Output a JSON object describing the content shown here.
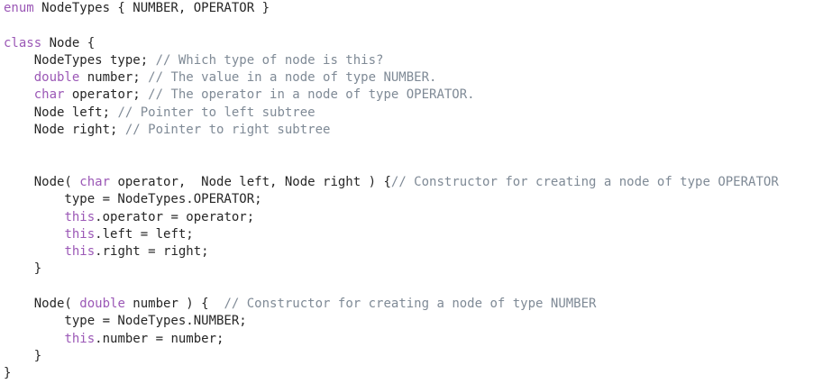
{
  "code": {
    "lines": [
      [
        {
          "t": "enum",
          "k": "kw"
        },
        {
          "t": " NodeTypes { NUMBER, OPERATOR }",
          "k": "tx"
        }
      ],
      [],
      [
        {
          "t": "class",
          "k": "kw"
        },
        {
          "t": " Node {",
          "k": "tx"
        }
      ],
      [
        {
          "t": "    NodeTypes type; ",
          "k": "tx"
        },
        {
          "t": "// Which type of node is this?",
          "k": "cm"
        }
      ],
      [
        {
          "t": "    ",
          "k": "tx"
        },
        {
          "t": "double",
          "k": "kw"
        },
        {
          "t": " number; ",
          "k": "tx"
        },
        {
          "t": "// The value in a node of type NUMBER.",
          "k": "cm"
        }
      ],
      [
        {
          "t": "    ",
          "k": "tx"
        },
        {
          "t": "char",
          "k": "kw"
        },
        {
          "t": " operator; ",
          "k": "tx"
        },
        {
          "t": "// The operator in a node of type OPERATOR.",
          "k": "cm"
        }
      ],
      [
        {
          "t": "    Node left; ",
          "k": "tx"
        },
        {
          "t": "// Pointer to left subtree",
          "k": "cm"
        }
      ],
      [
        {
          "t": "    Node right; ",
          "k": "tx"
        },
        {
          "t": "// Pointer to right subtree",
          "k": "cm"
        }
      ],
      [],
      [],
      [
        {
          "t": "    Node( ",
          "k": "tx"
        },
        {
          "t": "char",
          "k": "kw"
        },
        {
          "t": " operator,  Node left, Node right ) {",
          "k": "tx"
        },
        {
          "t": "// Constructor for creating a node of type OPERATOR",
          "k": "cm"
        }
      ],
      [
        {
          "t": "        type = NodeTypes.OPERATOR;",
          "k": "tx"
        }
      ],
      [
        {
          "t": "        ",
          "k": "tx"
        },
        {
          "t": "this",
          "k": "kw"
        },
        {
          "t": ".operator = operator;",
          "k": "tx"
        }
      ],
      [
        {
          "t": "        ",
          "k": "tx"
        },
        {
          "t": "this",
          "k": "kw"
        },
        {
          "t": ".left = left;",
          "k": "tx"
        }
      ],
      [
        {
          "t": "        ",
          "k": "tx"
        },
        {
          "t": "this",
          "k": "kw"
        },
        {
          "t": ".right = right;",
          "k": "tx"
        }
      ],
      [
        {
          "t": "    }",
          "k": "tx"
        }
      ],
      [],
      [
        {
          "t": "    Node( ",
          "k": "tx"
        },
        {
          "t": "double",
          "k": "kw"
        },
        {
          "t": " number ) {  ",
          "k": "tx"
        },
        {
          "t": "// Constructor for creating a node of type NUMBER",
          "k": "cm"
        }
      ],
      [
        {
          "t": "        type = NodeTypes.NUMBER;",
          "k": "tx"
        }
      ],
      [
        {
          "t": "        ",
          "k": "tx"
        },
        {
          "t": "this",
          "k": "kw"
        },
        {
          "t": ".number = number;",
          "k": "tx"
        }
      ],
      [
        {
          "t": "    }",
          "k": "tx"
        }
      ],
      [
        {
          "t": "}",
          "k": "tx"
        }
      ]
    ]
  }
}
